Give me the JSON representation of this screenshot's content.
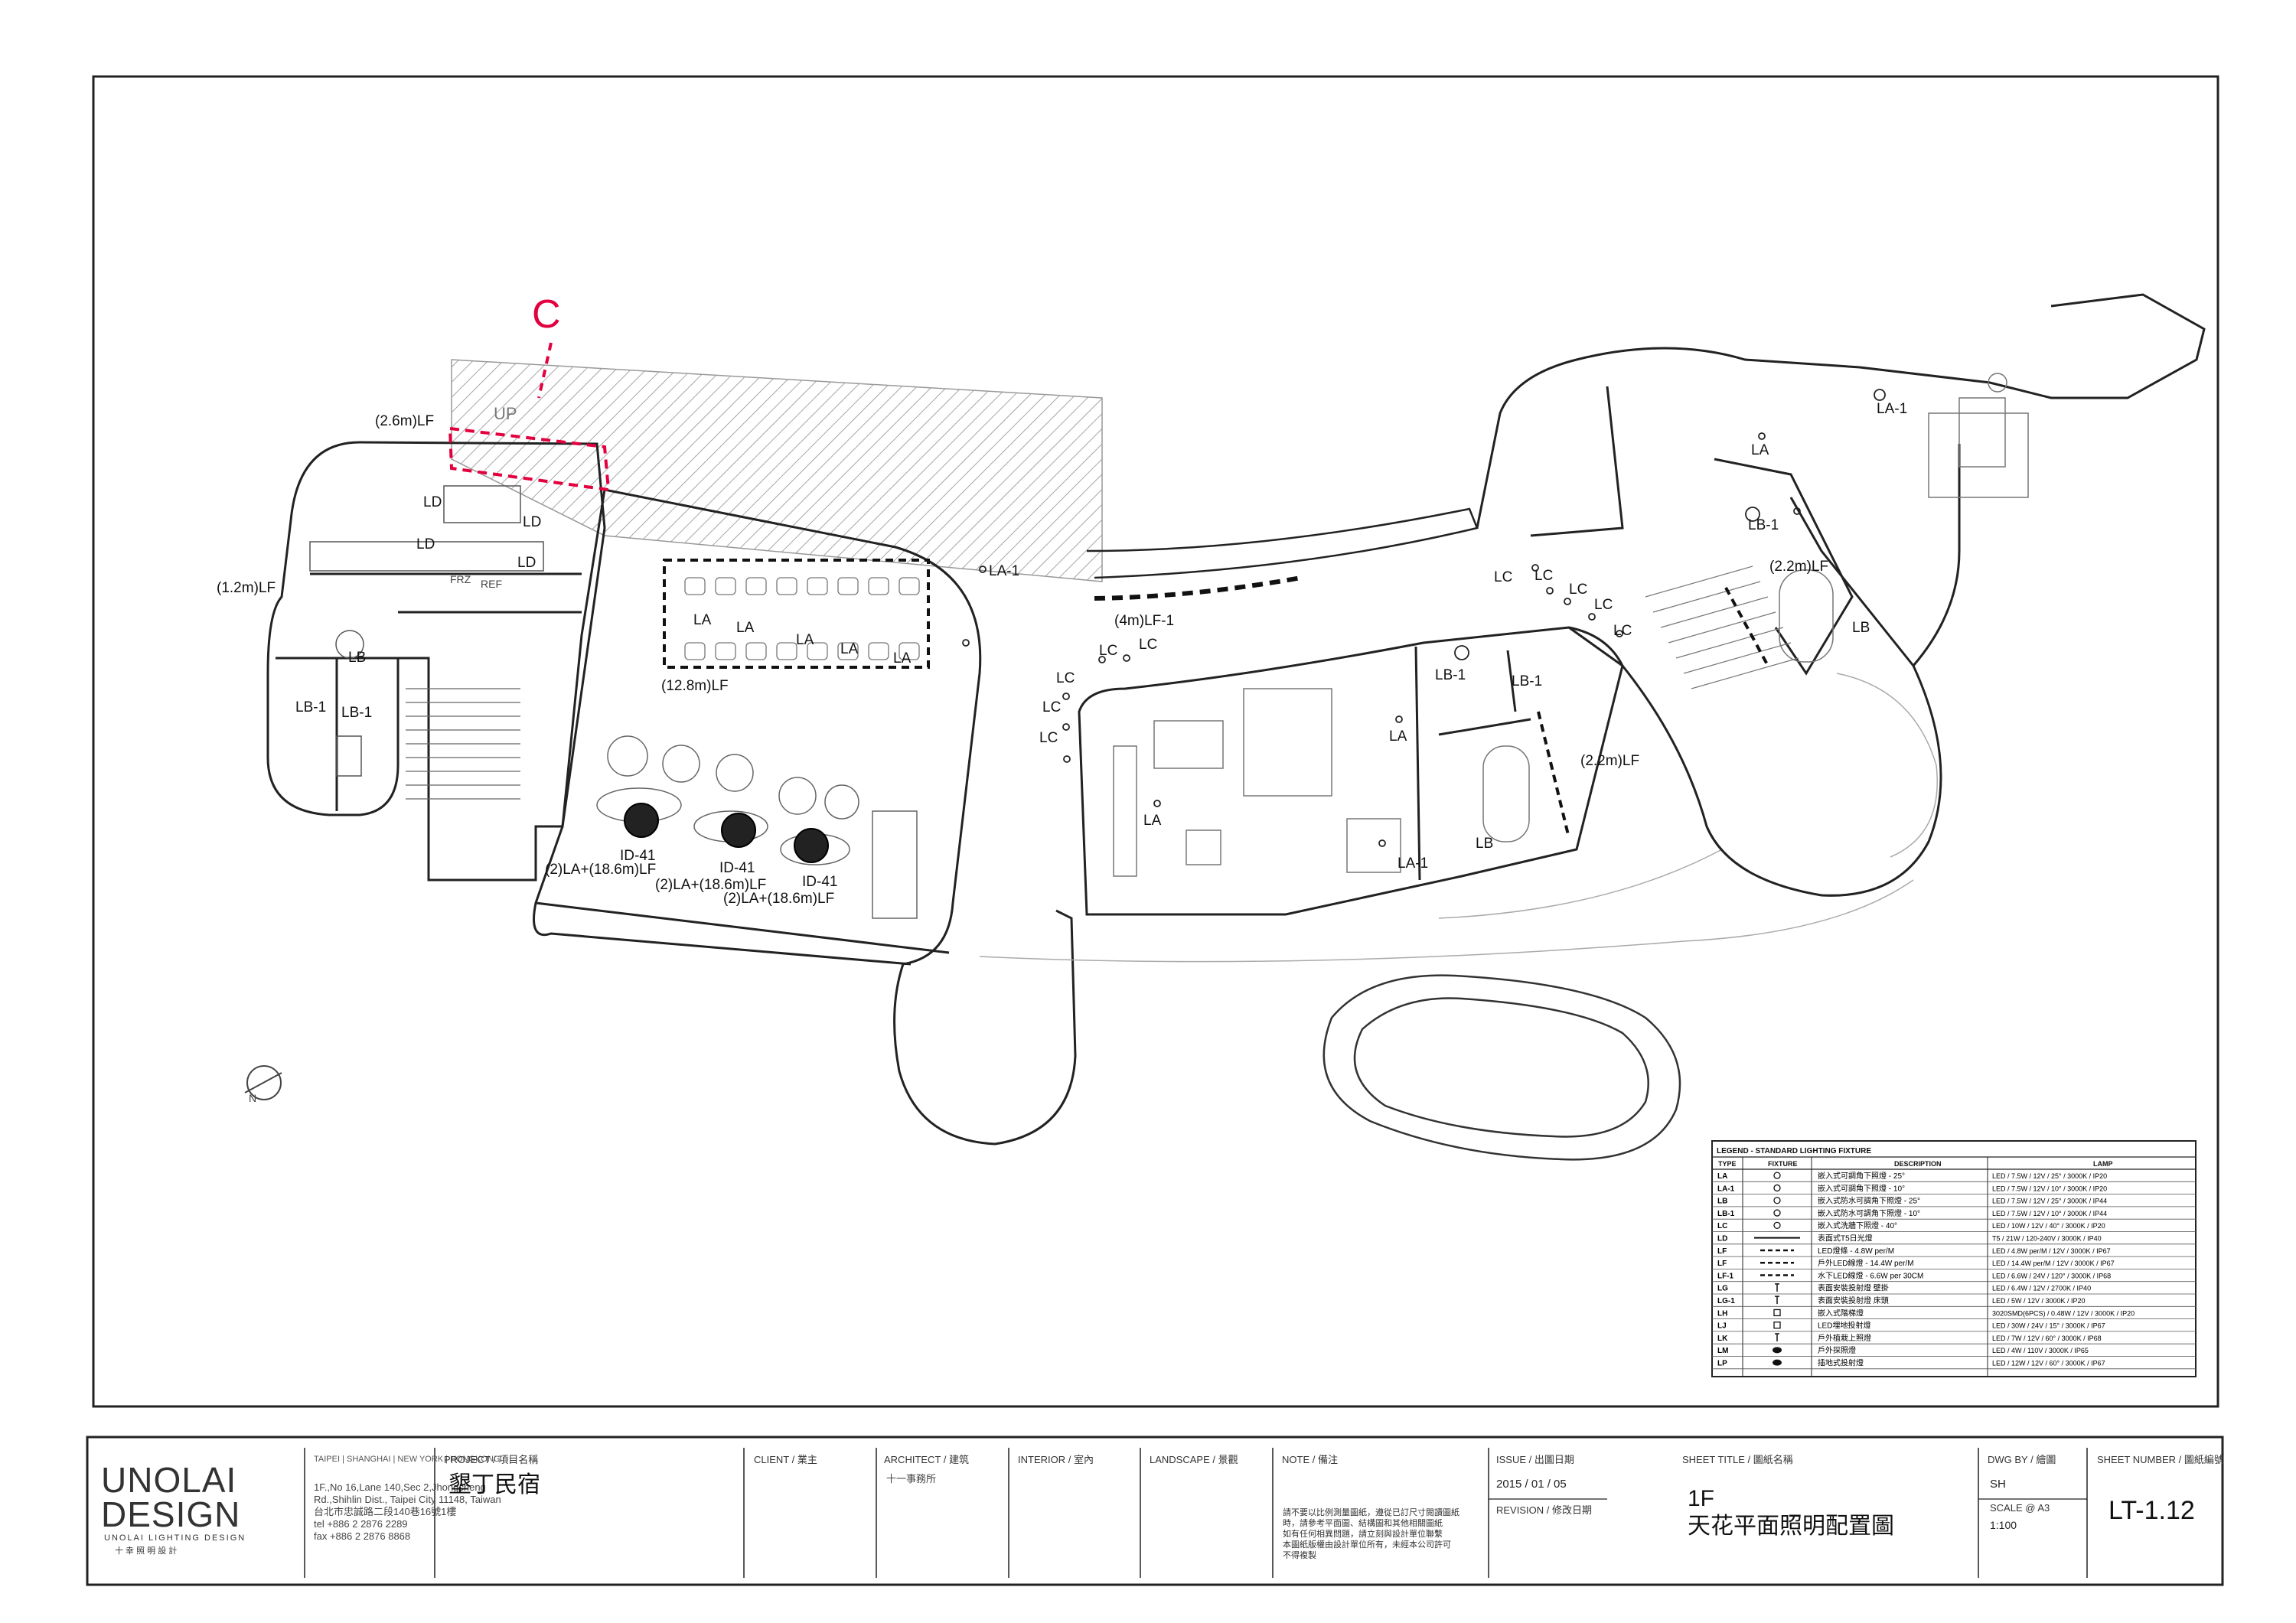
{
  "revision_mark": "C",
  "fixture_tags": [
    {
      "id": "lf-26",
      "text": "(2.6m)LF"
    },
    {
      "id": "lf-12",
      "text": "(1.2m)LF"
    },
    {
      "id": "ld-1",
      "text": "LD"
    },
    {
      "id": "ld-2",
      "text": "LD"
    },
    {
      "id": "ld-3",
      "text": "LD"
    },
    {
      "id": "ld-4",
      "text": "LD"
    },
    {
      "id": "lb-k",
      "text": "LB"
    },
    {
      "id": "lb1-a",
      "text": "LB-1"
    },
    {
      "id": "lb1-b",
      "text": "LB-1"
    },
    {
      "id": "la-1",
      "text": "LA"
    },
    {
      "id": "la-2",
      "text": "LA"
    },
    {
      "id": "la-3",
      "text": "LA"
    },
    {
      "id": "la-4",
      "text": "LA"
    },
    {
      "id": "la-5",
      "text": "LA"
    },
    {
      "id": "lf-128",
      "text": "(12.8m)LF"
    },
    {
      "id": "la1-lounge",
      "text": "LA-1"
    },
    {
      "id": "id41-1",
      "text": "ID-41"
    },
    {
      "id": "id41-2",
      "text": "ID-41"
    },
    {
      "id": "id41-3",
      "text": "ID-41"
    },
    {
      "id": "combo-1",
      "text": "(2)LA+(18.6m)LF"
    },
    {
      "id": "combo-2",
      "text": "(2)LA+(18.6m)LF"
    },
    {
      "id": "combo-3",
      "text": "(2)LA+(18.6m)LF"
    },
    {
      "id": "lf1-4m",
      "text": "(4m)LF-1"
    },
    {
      "id": "lc-1",
      "text": "LC"
    },
    {
      "id": "lc-2",
      "text": "LC"
    },
    {
      "id": "lc-3",
      "text": "LC"
    },
    {
      "id": "lc-4",
      "text": "LC"
    },
    {
      "id": "lc-5",
      "text": "LC"
    },
    {
      "id": "lc-6",
      "text": "LC"
    },
    {
      "id": "lc-7",
      "text": "LC"
    },
    {
      "id": "lc-8",
      "text": "LC"
    },
    {
      "id": "lc-9",
      "text": "LC"
    },
    {
      "id": "lc-10",
      "text": "LC"
    },
    {
      "id": "la-bed",
      "text": "LA"
    },
    {
      "id": "la-living",
      "text": "LA"
    },
    {
      "id": "la1-bed",
      "text": "LA-1"
    },
    {
      "id": "lb1-bath1",
      "text": "LB-1"
    },
    {
      "id": "lb1-bath2",
      "text": "LB-1"
    },
    {
      "id": "lf-22a",
      "text": "(2.2m)LF"
    },
    {
      "id": "lb-bath",
      "text": "LB"
    },
    {
      "id": "la-east",
      "text": "LA"
    },
    {
      "id": "la1-east",
      "text": "LA-1"
    },
    {
      "id": "lb1-east",
      "text": "LB-1"
    },
    {
      "id": "lf-22b",
      "text": "(2.2m)LF"
    },
    {
      "id": "lb-east",
      "text": "LB"
    }
  ],
  "plan_text": {
    "up": "UP",
    "frz": "FRZ",
    "ref": "REF"
  },
  "legend": {
    "title": "LEGEND - STANDARD LIGHTING FIXTURE",
    "headers": [
      "TYPE",
      "FIXTURE",
      "DESCRIPTION",
      "LAMP"
    ],
    "rows": [
      {
        "type": "LA",
        "symbol": "circle",
        "desc": "嵌入式可調角下照燈 - 25°",
        "lamp": "LED / 7.5W / 12V / 25° / 3000K / IP20"
      },
      {
        "type": "LA-1",
        "symbol": "circle",
        "desc": "嵌入式可調角下照燈 - 10°",
        "lamp": "LED / 7.5W / 12V / 10° / 3000K / IP20"
      },
      {
        "type": "LB",
        "symbol": "circle",
        "desc": "嵌入式防水可調角下照燈 - 25°",
        "lamp": "LED / 7.5W / 12V / 25° / 3000K / IP44"
      },
      {
        "type": "LB-1",
        "symbol": "circle",
        "desc": "嵌入式防水可調角下照燈 - 10°",
        "lamp": "LED / 7.5W / 12V / 10° / 3000K / IP44"
      },
      {
        "type": "LC",
        "symbol": "circle",
        "desc": "嵌入式洗牆下照燈 - 40°",
        "lamp": "LED / 10W / 12V / 40° / 3000K / IP20"
      },
      {
        "type": "LD",
        "symbol": "line",
        "desc": "表面式T5日光燈",
        "lamp": "T5 / 21W / 120-240V / 3000K / IP40"
      },
      {
        "type": "LF",
        "symbol": "dash",
        "desc": "LED燈條 - 4.8W per/M",
        "lamp": "LED / 4.8W per/M / 12V / 3000K / IP67"
      },
      {
        "type": "LF",
        "symbol": "dash",
        "desc": "戶外LED線燈 - 14.4W per/M",
        "lamp": "LED / 14.4W per/M / 12V / 3000K / IP67"
      },
      {
        "type": "LF-1",
        "symbol": "dash",
        "desc": "水下LED線燈 - 6.6W per 30CM",
        "lamp": "LED / 6.6W / 24V / 120° / 3000K / IP68"
      },
      {
        "type": "LG",
        "symbol": "pin",
        "desc": "表面安裝投射燈 壁掛",
        "lamp": "LED / 6.4W / 12V / 2700K / IP40"
      },
      {
        "type": "LG-1",
        "symbol": "pin",
        "desc": "表面安裝投射燈 床頭",
        "lamp": "LED / 5W / 12V / 3000K / IP20"
      },
      {
        "type": "LH",
        "symbol": "square",
        "desc": "嵌入式階梯燈",
        "lamp": "3020SMD(6PCS) / 0.48W / 12V / 3000K / IP20"
      },
      {
        "type": "LJ",
        "symbol": "square",
        "desc": "LED埋地投射燈",
        "lamp": "LED / 30W / 24V / 15° / 3000K / IP67"
      },
      {
        "type": "LK",
        "symbol": "pin",
        "desc": "戶外植栽上照燈",
        "lamp": "LED / 7W / 12V / 60° / 3000K / IP68"
      },
      {
        "type": "LM",
        "symbol": "dual",
        "desc": "戶外探照燈",
        "lamp": "LED / 4W / 110V / 3000K / IP65"
      },
      {
        "type": "LP",
        "symbol": "dual",
        "desc": "插地式投射燈",
        "lamp": "LED / 12W / 12V / 60° / 3000K / IP67"
      }
    ]
  },
  "title_block": {
    "logo_line1": "UNOLAI",
    "logo_line2": "DESIGN",
    "logo_sub": "UNOLAI LIGHTING DESIGN",
    "logo_cn": "十 幸 照 明 設 計",
    "offices": "TAIPEI | SHANGHAI | NEW YORK | HONGKONG",
    "address": [
      "1F.,No 16,Lane 140,Sec 2,Jhongcheng",
      "Rd.,Shihlin Dist., Taipei City 11148, Taiwan",
      "台北市忠誠路二段140巷16號1樓",
      "tel +886 2 2876 2289",
      "fax +886 2 2876 8868"
    ],
    "project_label": "PROJECT / 項目名稱",
    "project_value": "墾丁民宿",
    "client_label": "CLIENT / 業主",
    "architect_label": "ARCHITECT / 建筑",
    "architect_value": "十一事務所",
    "interior_label": "INTERIOR / 室內",
    "landscape_label": "LANDSCAPE / 景觀",
    "note_label": "NOTE / 備注",
    "note_text": [
      "請不要以比例測量圖紙，遵從已訂尺寸閱讀圖紙",
      "時，請參考平面圖、結構圖和其他相關圖紙",
      "如有任何相異問題，請立刻與設計單位聯繫",
      "本圖紙版權由設計單位所有，未經本公司許可",
      "不得複製"
    ],
    "issue_label": "ISSUE / 出圖日期",
    "issue_value": "2015 / 01 / 05",
    "revision_label": "REVISION / 修改日期",
    "sheet_title_label": "SHEET TITLE / 圖紙名稱",
    "sheet_title_1": "1F",
    "sheet_title_2": "天花平面照明配置圖",
    "dwg_label": "DWG BY / 繪圖",
    "dwg_value": "SH",
    "scale_label": "SCALE @ A3",
    "scale_value": "1:100",
    "sheet_no_label": "SHEET NUMBER / 圖紙編號",
    "sheet_no_value": "LT-1.12"
  }
}
